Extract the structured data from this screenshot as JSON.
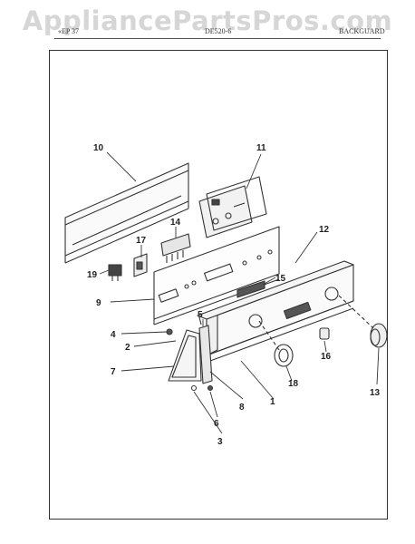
{
  "watermark": "AppliancePartsPros.com",
  "header": {
    "left": "«EP 37",
    "center": "DE520-6",
    "right": "BACKGUARD"
  },
  "callouts": [
    {
      "id": "1",
      "label": "1"
    },
    {
      "id": "2",
      "label": "2"
    },
    {
      "id": "3",
      "label": "3"
    },
    {
      "id": "4",
      "label": "4"
    },
    {
      "id": "5",
      "label": "5"
    },
    {
      "id": "6",
      "label": "6"
    },
    {
      "id": "7",
      "label": "7"
    },
    {
      "id": "8",
      "label": "8"
    },
    {
      "id": "9",
      "label": "9"
    },
    {
      "id": "10",
      "label": "10"
    },
    {
      "id": "11",
      "label": "11"
    },
    {
      "id": "12",
      "label": "12"
    },
    {
      "id": "13",
      "label": "13"
    },
    {
      "id": "14",
      "label": "14"
    },
    {
      "id": "15",
      "label": "15"
    },
    {
      "id": "16",
      "label": "16"
    },
    {
      "id": "17",
      "label": "17"
    },
    {
      "id": "18",
      "label": "18"
    },
    {
      "id": "19",
      "label": "19"
    }
  ]
}
